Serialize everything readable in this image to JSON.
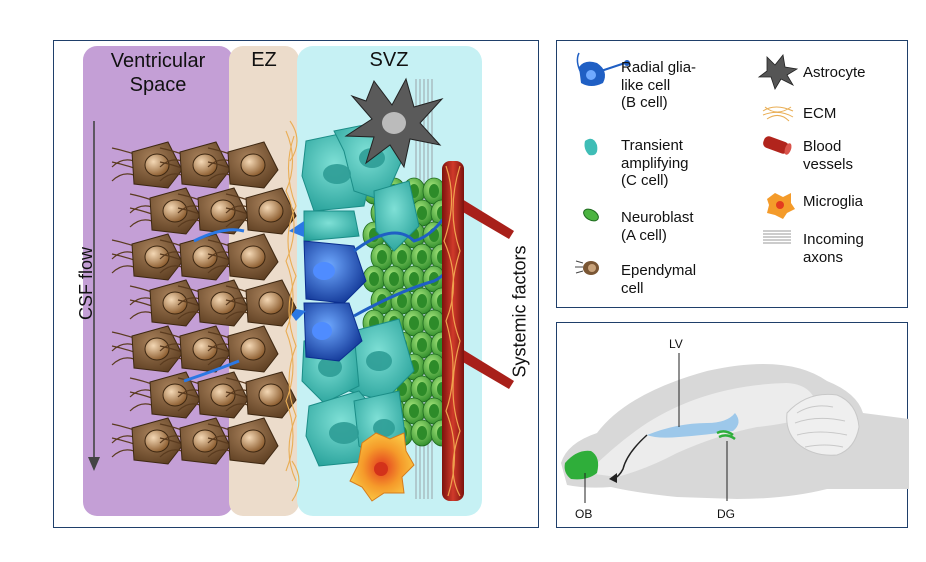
{
  "main": {
    "zones": {
      "ventricular": "Ventricular\nSpace",
      "ez": "EZ",
      "svz": "SVZ"
    },
    "csf_label": "CSF flow",
    "systemic_label": "Systemic factors"
  },
  "legend": {
    "radial_glia": "Radial glia-\nlike cell\n(B cell)",
    "transient": "Transient\namplifying\n(C cell)",
    "neuroblast": "Neuroblast\n(A cell)",
    "ependymal": "Ependymal\ncell",
    "astrocyte": "Astrocyte",
    "ecm": "ECM",
    "blood": "Blood\nvessels",
    "microglia": "Microglia",
    "axons": "Incoming\naxons"
  },
  "brain": {
    "lv": "LV",
    "ob": "OB",
    "dg": "DG"
  },
  "colors": {
    "ventricular": "#c49fd6",
    "ez": "#ecdccb",
    "svz": "#c6f1f4",
    "ependymal": "#7a5634",
    "b_cell": "#1f5fc4",
    "c_cell": "#3fbdb6",
    "a_cell": "#4cb441",
    "vessel": "#b1241c",
    "ecm": "#e9ae55",
    "astrocyte": "#555555",
    "microglia": "#f49b2a"
  }
}
